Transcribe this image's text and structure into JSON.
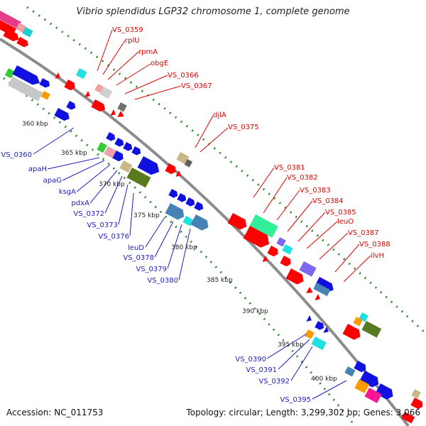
{
  "title": "Vibrio splendidus LGP32 chromosome 1, complete genome",
  "footer": {
    "accession": "Accession: NC_011753",
    "topology": "Topology: circular; Length: 3,299,302 bp; Genes: 3,066"
  },
  "colors": {
    "backbone": "#8c8c8c",
    "dotted_track": "#2e8b2e",
    "label_red": "#e00000",
    "label_blue": "#1c1cc8"
  },
  "kbp_ticks": [
    "360 kbp",
    "365 kbp",
    "370 kbp",
    "375 kbp",
    "380 kbp",
    "385 kbp",
    "390 kbp",
    "395 kbp",
    "400 kbp"
  ],
  "red_labels": [
    "VS_0359",
    "rplU",
    "rpmA",
    "obgE",
    "VS_0366",
    "VS_0367",
    "djlA",
    "VS_0375",
    "VS_0381",
    "VS_0382",
    "VS_0383",
    "VS_0384",
    "VS_0385",
    "leuO",
    "VS_0387",
    "VS_0388",
    "ilvH"
  ],
  "blue_labels": [
    "VS_0360",
    "apaH",
    "apaG",
    "ksgA",
    "pdxA",
    "VS_0372",
    "VS_0373",
    "VS_0376",
    "leuD",
    "VS_0378",
    "VS_0379",
    "VS_0380",
    "VS_0390",
    "VS_0391",
    "VS_0392",
    "VS_0395"
  ]
}
